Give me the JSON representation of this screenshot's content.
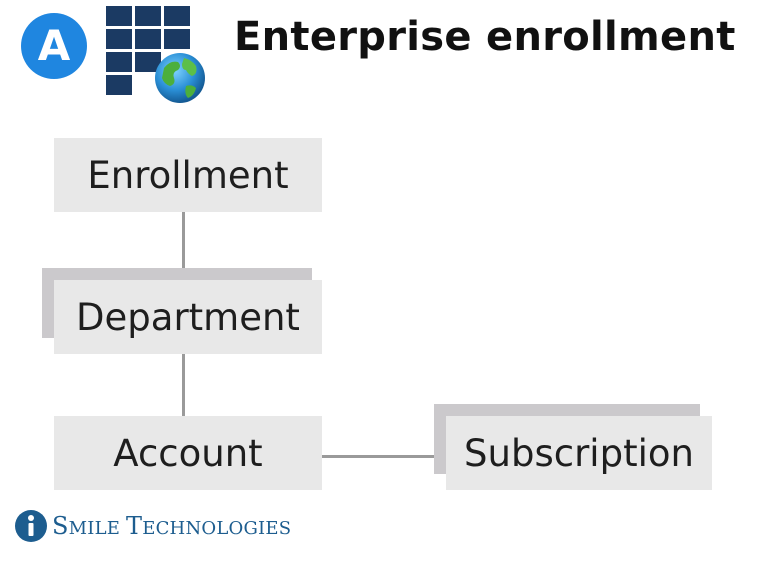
{
  "header": {
    "badge_letter": "A",
    "title": "Enterprise enrollment",
    "grid_icon": "grid-globe-icon"
  },
  "diagram": {
    "enrollment": "Enrollment",
    "department": "Department",
    "account": "Account",
    "subscription": "Subscription"
  },
  "footer": {
    "logo_text_first": "S",
    "logo_text_rest1": "MILE ",
    "logo_text_second": "T",
    "logo_text_rest2": "ECHNOLOGIES",
    "logo_icon": "ismile-logo-icon"
  },
  "colors": {
    "badge": "#1f86e0",
    "grid_squares": "#1b3a63",
    "box_fill": "#e8e8e8",
    "box_shadow": "#cbc9cc",
    "connector": "#9a9a9a",
    "logo": "#1d5d8f"
  }
}
